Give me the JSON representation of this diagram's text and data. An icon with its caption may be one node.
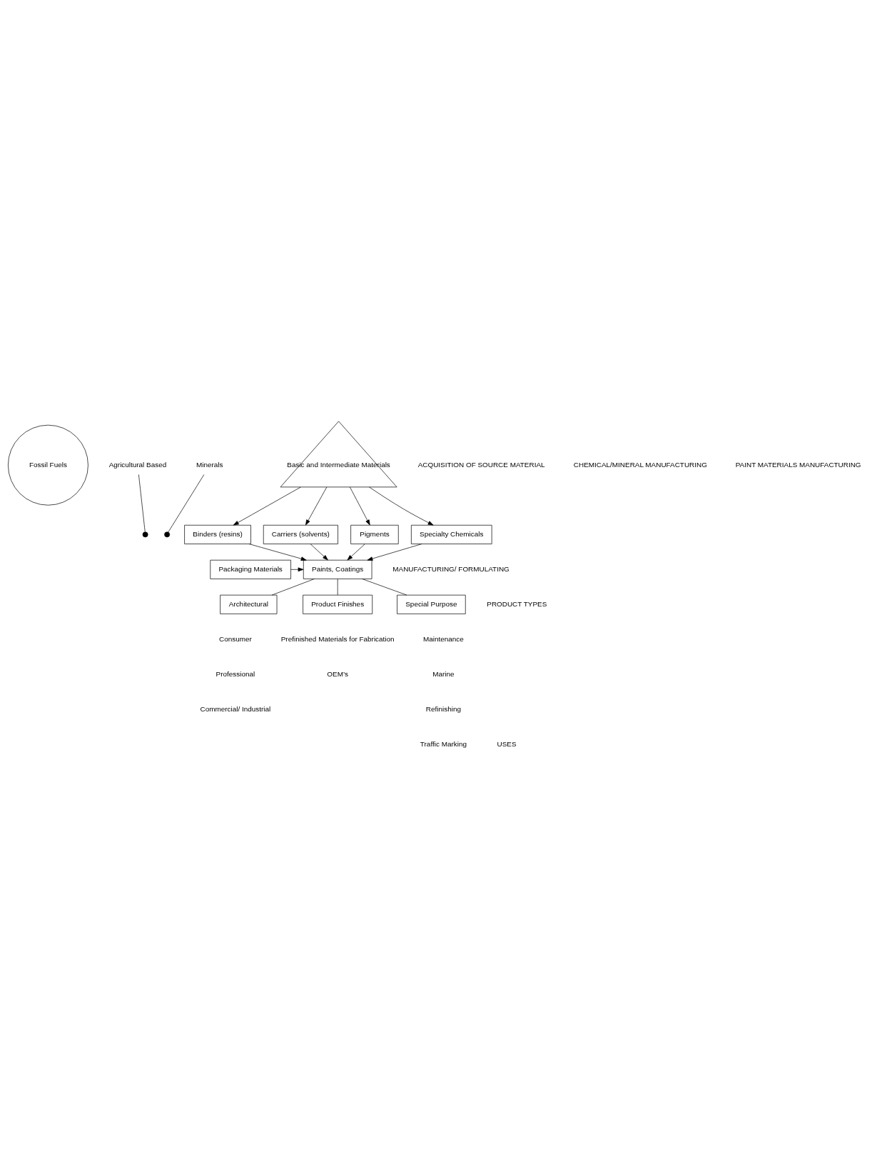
{
  "diagram": {
    "nodes": [
      {
        "text": [
          "Fossil Fuels"
        ]
      },
      {
        "text": [
          "Minerals"
        ]
      },
      {
        "text": [
          "Agricultural Based"
        ]
      },
      {
        "text": [],
        "shape": "circle"
      },
      {
        "text": [],
        "shape": "circle"
      },
      {
        "text": [
          "Basic and Intermediate Materials"
        ]
      },
      {
        "text": [
          "Binders (resins)"
        ]
      },
      {
        "text": [
          "Carriers (solvents)"
        ]
      },
      {
        "text": [
          "Pigments"
        ]
      },
      {
        "text": [
          "Specialty Chemicals"
        ]
      },
      {
        "text": [
          "Packaging Materials"
        ]
      },
      {
        "text": [
          "Paints, Coatings"
        ]
      },
      {
        "text": [
          "Architectural"
        ]
      },
      {
        "text": [
          "Product Finishes"
        ]
      },
      {
        "text": [
          "Special Purpose"
        ]
      }
    ],
    "edges": [
      {
        "from": 2,
        "to": 3,
        "arrow": "none"
      },
      {
        "from": 1,
        "to": 4,
        "arrow": "none"
      },
      {
        "from": 5,
        "to": 6,
        "arrow": "to"
      },
      {
        "from": 5,
        "to": 7,
        "arrow": "to"
      },
      {
        "from": 5,
        "to": 8,
        "arrow": "to"
      },
      {
        "from": 5,
        "to": 9,
        "arrow": "to"
      },
      {
        "from": 6,
        "to": 11,
        "arrow": "to"
      },
      {
        "from": 7,
        "to": 11,
        "arrow": "to"
      },
      {
        "from": 8,
        "to": 11,
        "arrow": "to"
      },
      {
        "from": 9,
        "to": 11,
        "arrow": "to"
      },
      {
        "from": 10,
        "to": 11,
        "arrow": "to"
      },
      {
        "from": 11,
        "to": 12,
        "arrow": "none"
      },
      {
        "from": 11,
        "to": 13,
        "arrow": "none"
      },
      {
        "from": 11,
        "to": 14,
        "arrow": "none"
      }
    ],
    "labels": [
      "ACQUISITION OF SOURCE MATERIAL",
      "CHEMICAL/MINERAL MANUFACTURING",
      "PAINT MATERIALS MANUFACTURING",
      "MANUFACTURING/ FORMULATING",
      "PRODUCT TYPES",
      "Consumer",
      "Professional",
      "Commercial/ Industrial",
      "Prefinished Materials for Fabrication",
      "OEM’s",
      "Maintenance",
      "Marine",
      "Refinishing",
      "Traffic Marking",
      "USES"
    ]
  }
}
